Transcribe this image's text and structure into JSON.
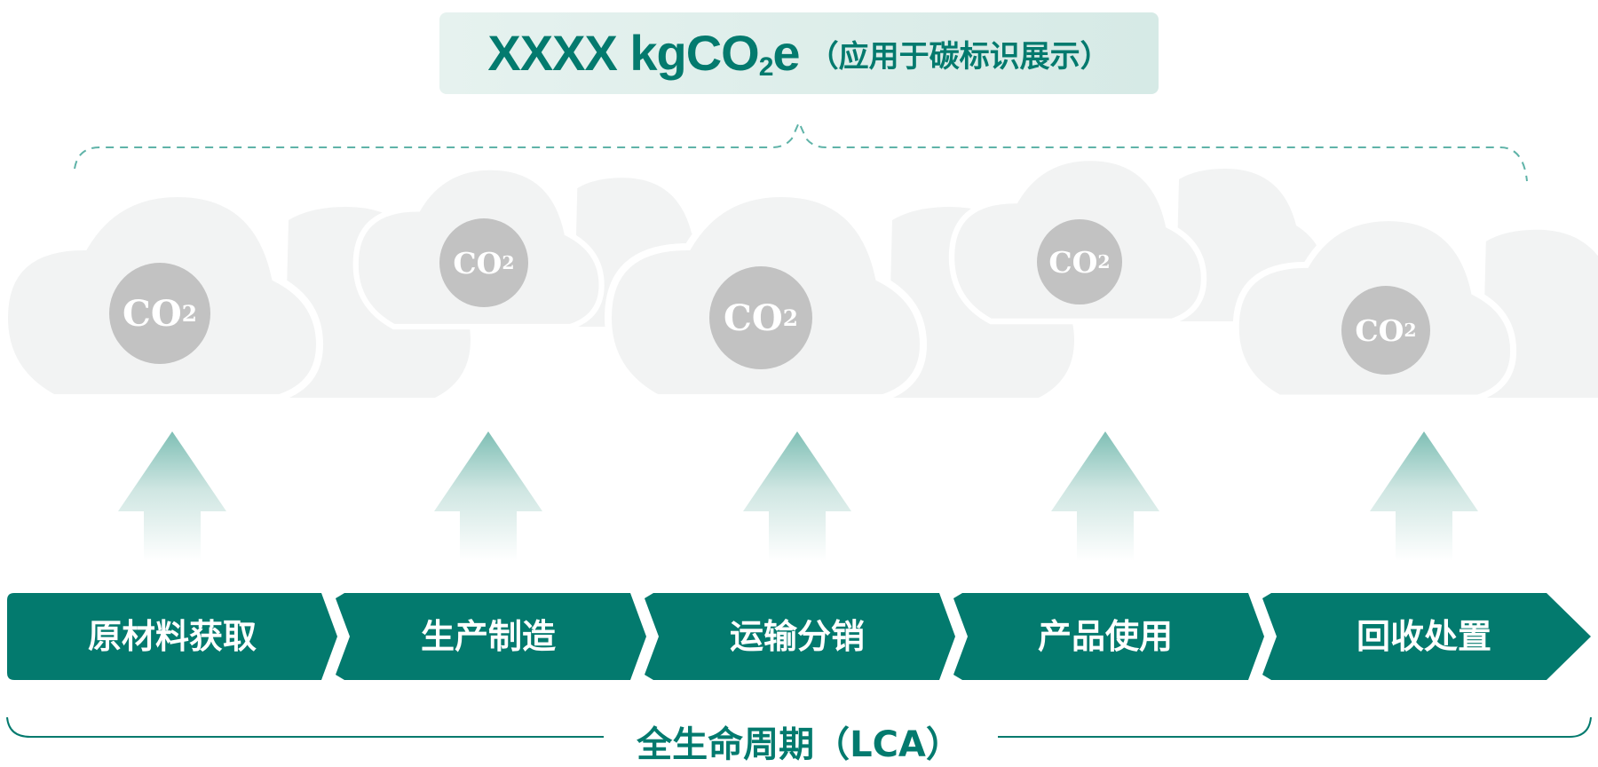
{
  "header": {
    "value": "XXXX kgCO",
    "subscript": "2",
    "suffix": "e",
    "note": "（应用于碳标识展示）"
  },
  "emission_badge": {
    "label": "CO",
    "subscript": "2"
  },
  "stages": [
    {
      "label": "原材料获取"
    },
    {
      "label": "生产制造"
    },
    {
      "label": "运输分销"
    },
    {
      "label": "产品使用"
    },
    {
      "label": "回收处置"
    }
  ],
  "footer": {
    "label": "全生命周期（LCA）"
  },
  "colors": {
    "primary": "#037a6e",
    "title_bg": "#dcece9",
    "cloud": "#f2f3f3",
    "co2_circle": "#c2c2c2",
    "dashed": "#5fb3a8"
  }
}
